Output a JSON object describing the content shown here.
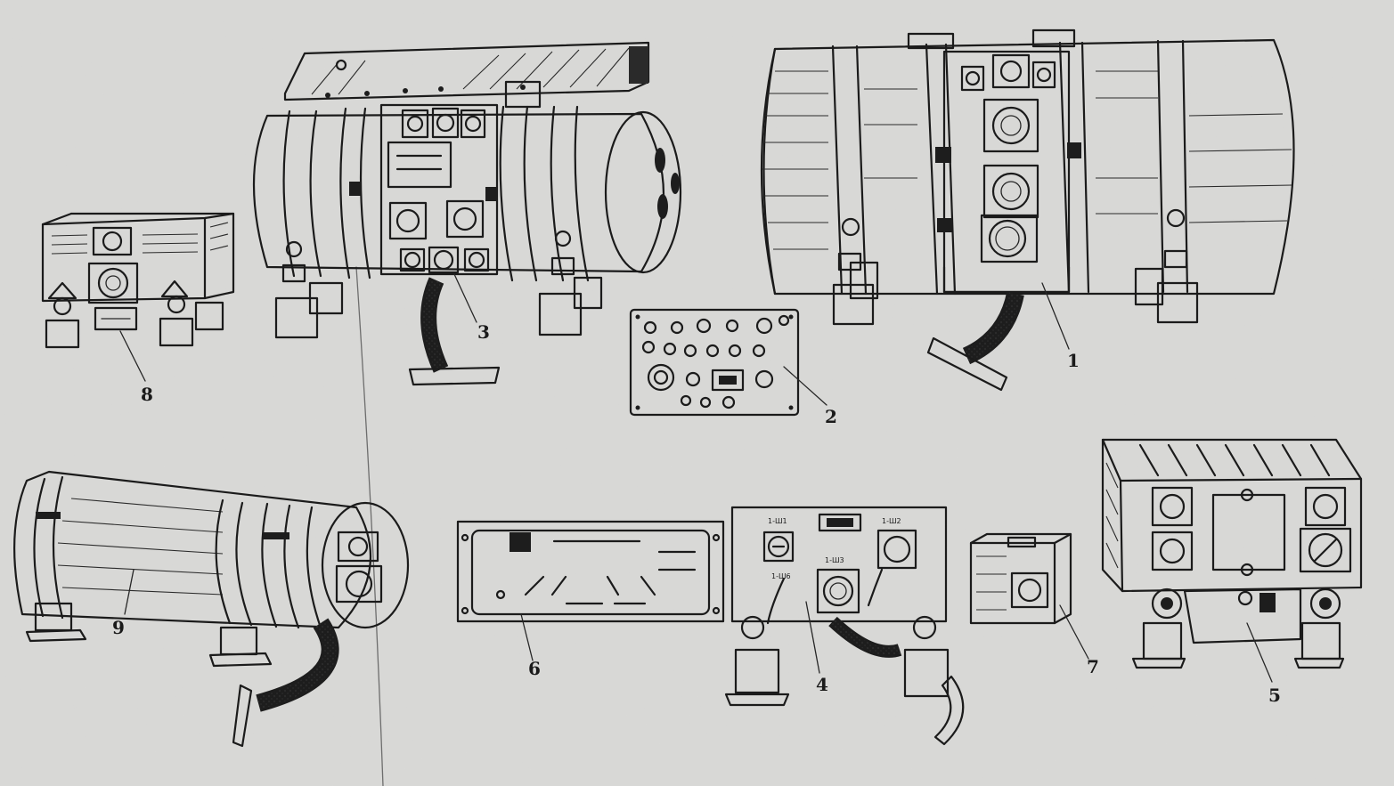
{
  "callouts": [
    {
      "id": "u1",
      "text": "1"
    },
    {
      "id": "u2",
      "text": "2"
    },
    {
      "id": "u3",
      "text": "3"
    },
    {
      "id": "u4",
      "text": "4"
    },
    {
      "id": "u5",
      "text": "5"
    },
    {
      "id": "u6",
      "text": "6"
    },
    {
      "id": "u7",
      "text": "7"
    },
    {
      "id": "u8",
      "text": "8"
    },
    {
      "id": "u9",
      "text": "9"
    }
  ],
  "panel4_markings": [
    "1-Ш1",
    "1-Ш2",
    "1-Ш3",
    "1-Ш6"
  ]
}
